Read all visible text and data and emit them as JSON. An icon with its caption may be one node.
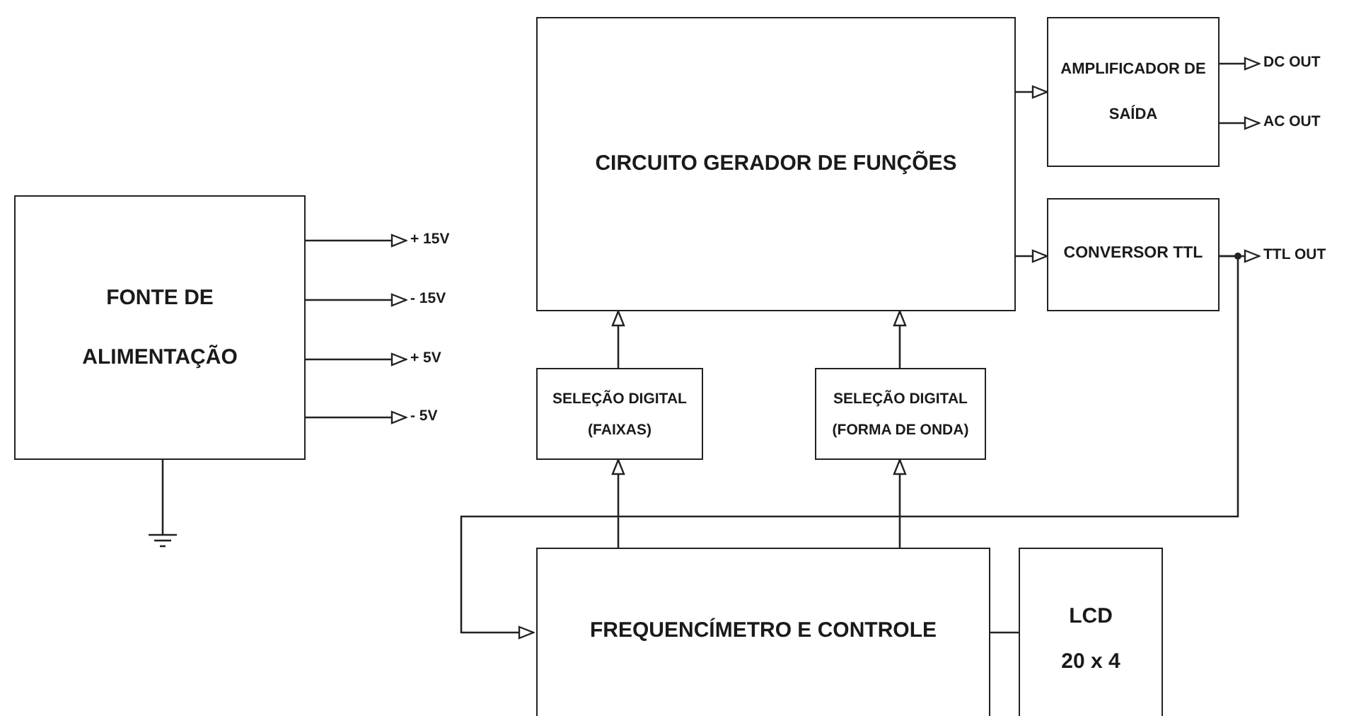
{
  "diagram": {
    "nodes": [
      {
        "text": [
          "CIRCUITO GERADOR DE FUNÇÕES"
        ]
      },
      {
        "text": [
          "AMPLIFICADOR DE SAÍDA"
        ]
      },
      {
        "text": [
          "DC OUT"
        ]
      },
      {
        "text": [
          "AC OUT"
        ]
      },
      {
        "text": [
          "FONTE DE ALIMENTAÇÃO"
        ]
      },
      {
        "text": [
          "+ 15V"
        ]
      },
      {
        "text": [
          "CONVERSOR TTL"
        ]
      },
      {
        "text": [
          "TTL OUT"
        ]
      },
      {
        "text": [
          "- 15V"
        ]
      },
      {
        "text": [
          "+ 5V"
        ]
      },
      {
        "text": [
          "- 5V"
        ]
      },
      {
        "text": [
          "SELEÇÃO DIGITAL",
          "(FAIXAS)"
        ]
      },
      {
        "text": [
          "SELEÇÃO DIGITAL",
          "(FORMA DE ONDA)"
        ]
      },
      {
        "text": [],
        "shape": "ground"
      },
      {
        "text": [
          "FREQUENCÍMETRO E CONTROLE"
        ]
      },
      {
        "text": [
          "LCD",
          "20 x 4"
        ]
      }
    ],
    "edges": [
      {
        "from": 0,
        "to": 1,
        "arrow": "to"
      },
      {
        "from": 1,
        "to": 2,
        "arrow": "to"
      },
      {
        "from": 1,
        "to": 3,
        "arrow": "to"
      },
      {
        "from": 0,
        "to": 6,
        "arrow": "to"
      },
      {
        "from": 6,
        "to": 7,
        "arrow": "to"
      },
      {
        "from": 6,
        "to": 14,
        "arrow": "to"
      },
      {
        "from": 4,
        "to": 5,
        "arrow": "to"
      },
      {
        "from": 4,
        "to": 8,
        "arrow": "to"
      },
      {
        "from": 4,
        "to": 9,
        "arrow": "to"
      },
      {
        "from": 4,
        "to": 10,
        "arrow": "to"
      },
      {
        "from": 4,
        "to": 13,
        "arrow": "none"
      },
      {
        "from": 11,
        "to": 0,
        "arrow": "to"
      },
      {
        "from": 12,
        "to": 0,
        "arrow": "to"
      },
      {
        "from": 14,
        "to": 11,
        "arrow": "to"
      },
      {
        "from": 14,
        "to": 12,
        "arrow": "to"
      },
      {
        "from": 14,
        "to": 15,
        "arrow": "none"
      }
    ]
  }
}
